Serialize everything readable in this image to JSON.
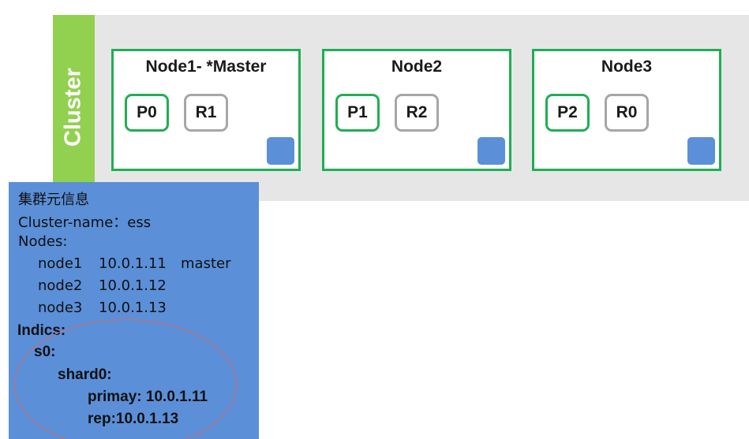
{
  "cluster": {
    "label": "Cluster",
    "nodes": [
      {
        "title": "Node1- *Master",
        "shards": [
          {
            "label": "P0",
            "kind": "primary"
          },
          {
            "label": "R1",
            "kind": "replica"
          }
        ]
      },
      {
        "title": "Node2",
        "shards": [
          {
            "label": "P1",
            "kind": "primary"
          },
          {
            "label": "R2",
            "kind": "replica"
          }
        ]
      },
      {
        "title": "Node3",
        "shards": [
          {
            "label": "P2",
            "kind": "primary"
          },
          {
            "label": "R0",
            "kind": "replica"
          }
        ]
      }
    ]
  },
  "metadata": {
    "title": "集群元信息",
    "cluster_name_label": "Cluster-name：",
    "cluster_name_value": "ess",
    "nodes_label": "Nodes:",
    "nodes": [
      {
        "name": "node1",
        "ip": "10.0.1.11",
        "role": "master"
      },
      {
        "name": "node2",
        "ip": "10.0.1.12",
        "role": ""
      },
      {
        "name": "node3",
        "ip": "10.0.1.13",
        "role": ""
      }
    ],
    "indices_label": "Indics:",
    "index_name": "s0:",
    "shard_name": "shard0:",
    "primary_line": "primay: 10.0.1.11",
    "replica_line": "rep:10.0.1.13"
  },
  "colors": {
    "cluster_bar": "#92d050",
    "cluster_background": "#e6e6e6",
    "primary_border": "#1fae54",
    "replica_border": "#a6a6a6",
    "metadata_panel": "#5b8fd8",
    "highlight_ellipse": "#d66a6a"
  }
}
